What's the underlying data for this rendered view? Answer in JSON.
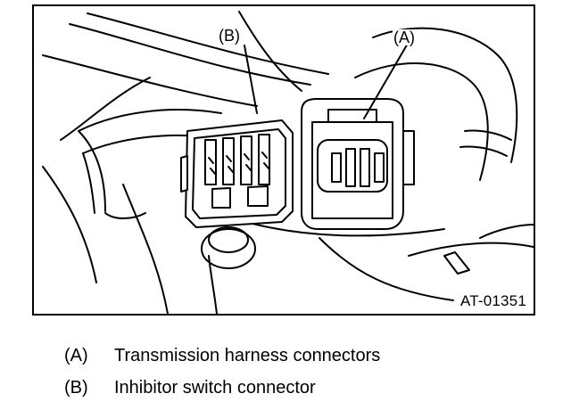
{
  "figure": {
    "callouts": {
      "a": "(A)",
      "b": "(B)"
    },
    "figure_id": "AT-01351",
    "stroke_color": "#000000",
    "background_color": "#ffffff"
  },
  "legend": [
    {
      "key": "(A)",
      "text": "Transmission harness connectors"
    },
    {
      "key": "(B)",
      "text": "Inhibitor switch connector"
    }
  ]
}
